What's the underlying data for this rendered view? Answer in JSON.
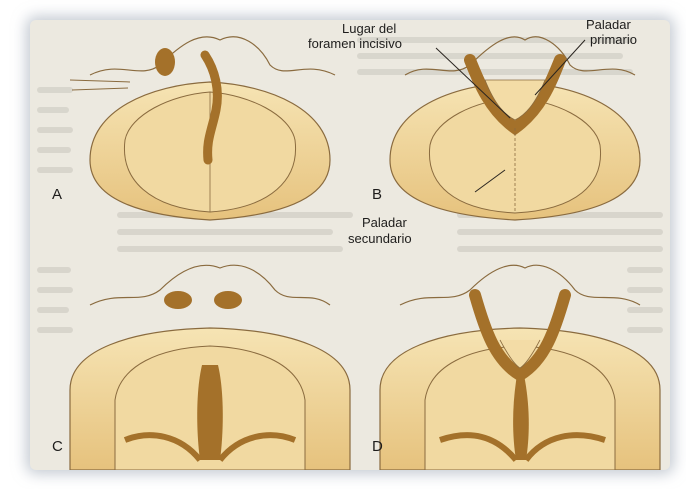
{
  "figure": {
    "panel_letters": [
      "A",
      "B",
      "C",
      "D"
    ],
    "labels": {
      "incisive_foramen_line1": "Lugar del",
      "incisive_foramen_line2": "foramen incisivo",
      "primary_palate_line1": "Paladar",
      "primary_palate_line2": "primario",
      "secondary_palate_line1": "Paladar",
      "secondary_palate_line2": "secundario"
    }
  },
  "colors": {
    "tissue_light": "#f3dca6",
    "tissue_mid": "#e3bf78",
    "cleft_brown": "#a4712a",
    "outline": "#8a6b3f",
    "page_bg": "#ece9e0"
  }
}
